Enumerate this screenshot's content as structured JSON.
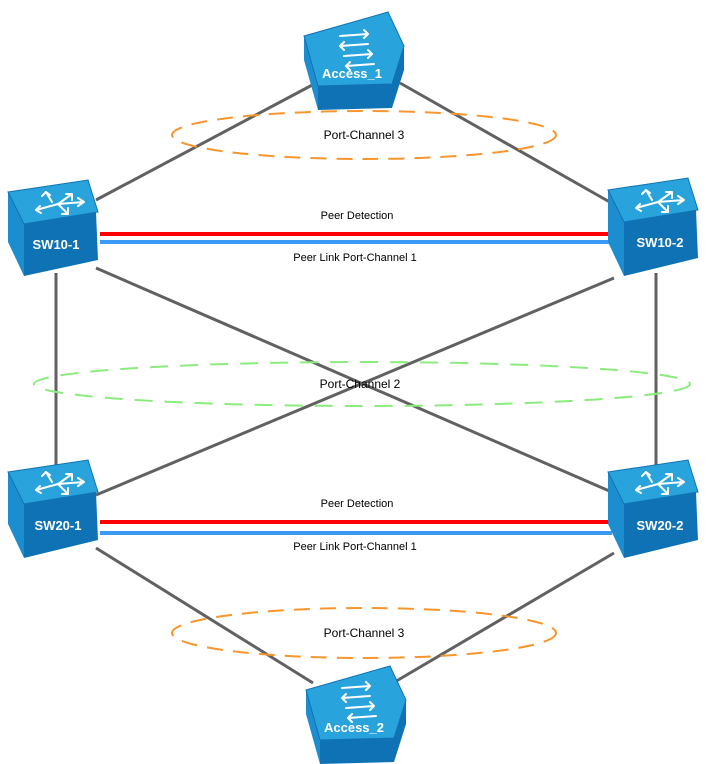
{
  "colors": {
    "device_top": "#29a3dc",
    "device_side": "#0f72b5",
    "device_front": "#1c8ed0",
    "trunk_line": "#616161",
    "peer_detection": "#ff0000",
    "peer_link": "#3b9af5",
    "portchannel_orange": "#f7962e",
    "portchannel_green": "#8ceb7e"
  },
  "devices": {
    "access1": {
      "label": "Access_1",
      "kind": "switch"
    },
    "sw10_1": {
      "label": "SW10-1",
      "kind": "router"
    },
    "sw10_2": {
      "label": "SW10-2",
      "kind": "router"
    },
    "sw20_1": {
      "label": "SW20-1",
      "kind": "router"
    },
    "sw20_2": {
      "label": "SW20-2",
      "kind": "router"
    },
    "access2": {
      "label": "Access_2",
      "kind": "switch"
    }
  },
  "links": {
    "pd_top": "Peer Detection",
    "pl_top": "Peer Link Port-Channel 1",
    "pd_bottom": "Peer Detection",
    "pl_bottom": "Peer Link Port-Channel 1"
  },
  "groups": {
    "pc3_top": "Port-Channel 3",
    "pc2_mid": "Port-Channel 2",
    "pc3_bottom": "Port-Channel 3"
  }
}
